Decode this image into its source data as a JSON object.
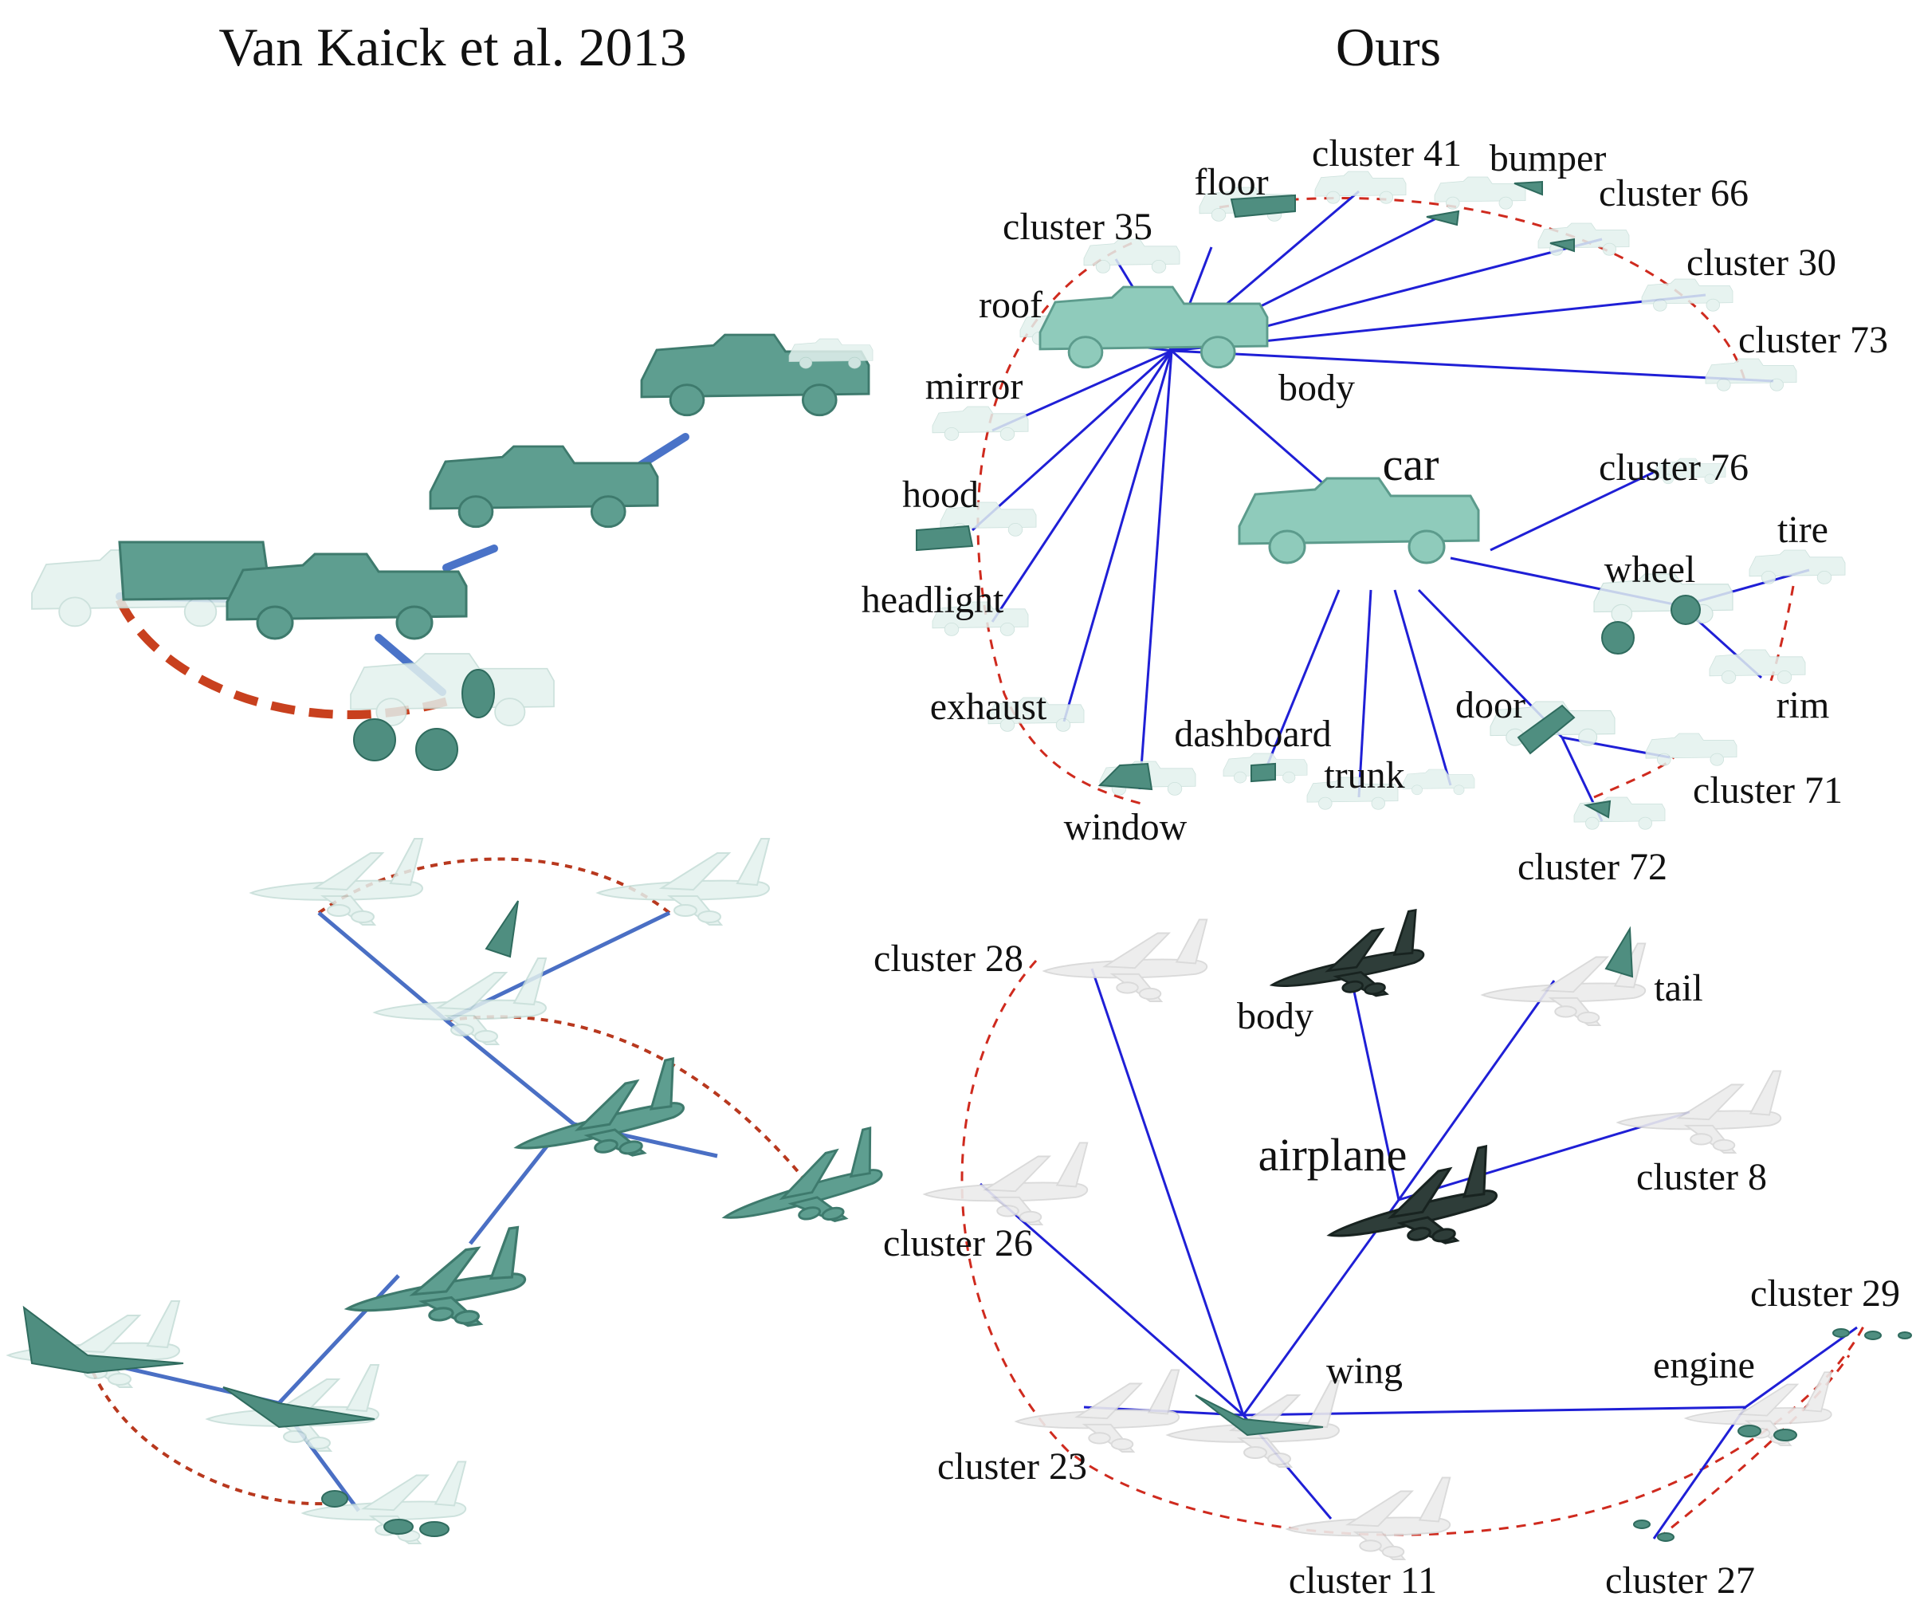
{
  "headings": {
    "left": "Van Kaick et al. 2013",
    "right": "Ours"
  },
  "car_hierarchy": {
    "root": "car",
    "body": "body",
    "body_children": [
      "floor",
      "cluster 41",
      "bumper",
      "cluster 66",
      "cluster 30",
      "cluster 73",
      "cluster 35",
      "roof",
      "mirror",
      "hood",
      "headlight",
      "exhaust",
      "window"
    ],
    "car_children": [
      "cluster 76",
      "wheel",
      "dashboard",
      "trunk",
      "door"
    ],
    "wheel_children": [
      "tire",
      "rim"
    ],
    "door_children": [
      "cluster 71",
      "cluster 72"
    ]
  },
  "airplane_hierarchy": {
    "root": "airplane",
    "children": [
      "cluster 28",
      "body",
      "tail",
      "cluster 8",
      "cluster 26",
      "wing",
      "cluster 23",
      "cluster 11",
      "engine",
      "cluster 29",
      "cluster 27"
    ]
  },
  "colors": {
    "edge": "#1f1fd6",
    "symmetry_link": "#cf2a1e",
    "shape_selected": "#5e9e90",
    "shape_ghost": "#e3f1ee",
    "airplane_root": "#2e3d39"
  }
}
